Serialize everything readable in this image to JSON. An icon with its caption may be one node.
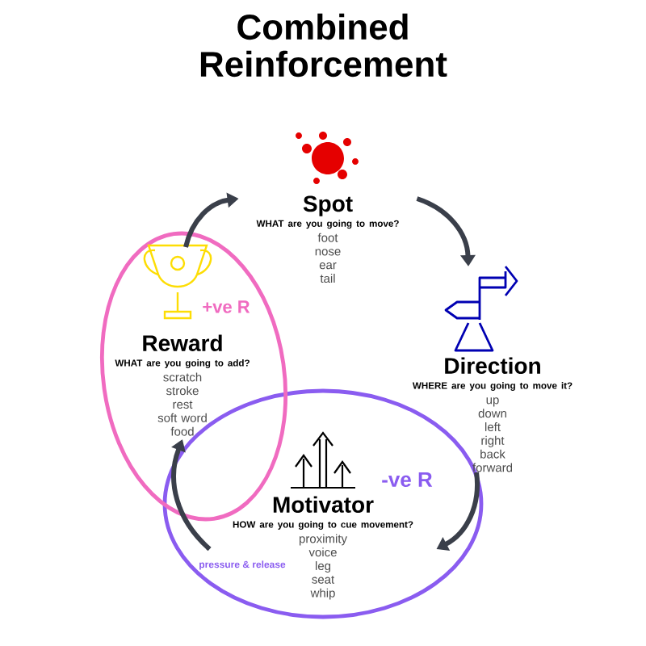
{
  "diagram": {
    "title": "Combined Reinforcement",
    "nodes": [
      {
        "text": [
          "Spot",
          "WHAT are you going to move?",
          "foot",
          "nose",
          "ear",
          "tail"
        ]
      },
      {
        "text": [
          "Direction",
          "WHERE are you going to move it?",
          "up",
          "down",
          "left",
          "right",
          "back",
          "forward"
        ]
      },
      {
        "text": [
          "-ve R",
          "pressure & release"
        ]
      },
      {
        "text": [
          "Motivator",
          "HOW are you going to cue movement?",
          "proximity",
          "voice",
          "leg",
          "seat",
          "whip"
        ],
        "in": 2
      },
      {
        "text": [
          "+ve R"
        ]
      },
      {
        "text": [
          "Reward",
          "WHAT are you going to add?",
          "scratch",
          "stroke",
          "rest",
          "soft word",
          "food"
        ],
        "in": 4
      }
    ],
    "edges": [
      {
        "from": 5,
        "to": 0,
        "arrow": "to"
      },
      {
        "from": 0,
        "to": 1,
        "arrow": "to"
      },
      {
        "from": 1,
        "to": 3,
        "arrow": "to"
      },
      {
        "from": 3,
        "to": 5,
        "arrow": "to"
      }
    ]
  }
}
